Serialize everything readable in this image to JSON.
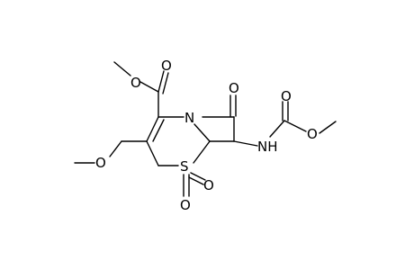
{
  "structure": {
    "atoms": {
      "o_ester_methoxy": "O",
      "o_ester_carbonyl": "O",
      "o_lactam": "O",
      "n_ring": "N",
      "o_carbamate_carbonyl": "O",
      "o_carbamate_methoxy": "O",
      "nh_amide": "NH",
      "o_ether": "O",
      "s_sulfone": "S",
      "o_sulfone_right": "O",
      "o_sulfone_down": "O"
    }
  },
  "colors": {
    "ink": "#000000",
    "background": "#ffffff"
  }
}
